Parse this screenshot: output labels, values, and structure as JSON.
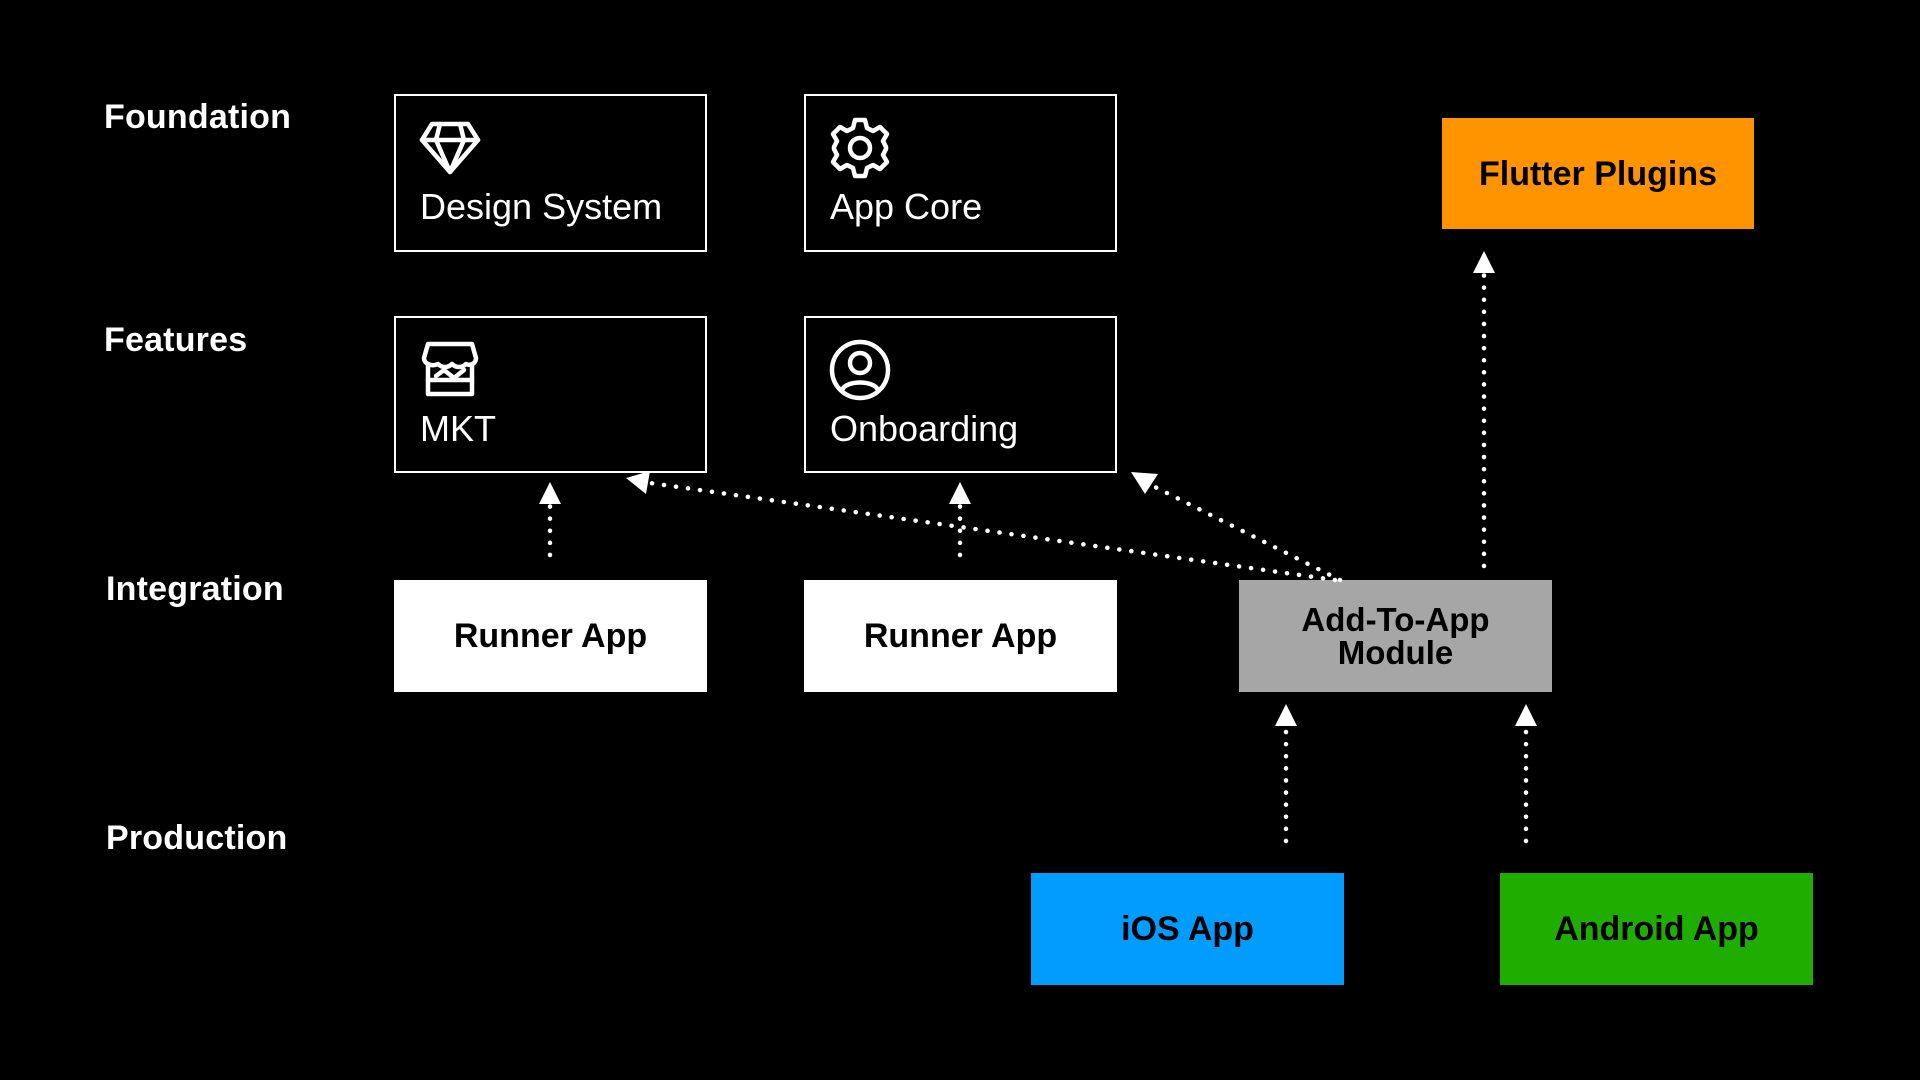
{
  "rows": {
    "foundation": "Foundation",
    "features": "Features",
    "integration": "Integration",
    "production": "Production"
  },
  "foundation": {
    "design_system": {
      "label": "Design System",
      "icon": "diamond-icon"
    },
    "app_core": {
      "label": "App Core",
      "icon": "gear-icon"
    },
    "flutter_plugins": {
      "label": "Flutter Plugins"
    }
  },
  "features": {
    "mkt": {
      "label": "MKT",
      "icon": "store-icon"
    },
    "onboarding": {
      "label": "Onboarding",
      "icon": "user-circle-icon"
    }
  },
  "integration": {
    "runner_app_1": {
      "label": "Runner App"
    },
    "runner_app_2": {
      "label": "Runner App"
    },
    "add_to_app": {
      "label": "Add-To-App\nModule"
    }
  },
  "production": {
    "ios_app": {
      "label": "iOS App"
    },
    "android_app": {
      "label": "Android App"
    }
  },
  "colors": {
    "background": "#000000",
    "outline": "#ffffff",
    "runner": "#ffffff",
    "add_to_app": "#a6a6a6",
    "flutter_plugins": "#ff9400",
    "ios": "#009cff",
    "android": "#1fae00"
  }
}
